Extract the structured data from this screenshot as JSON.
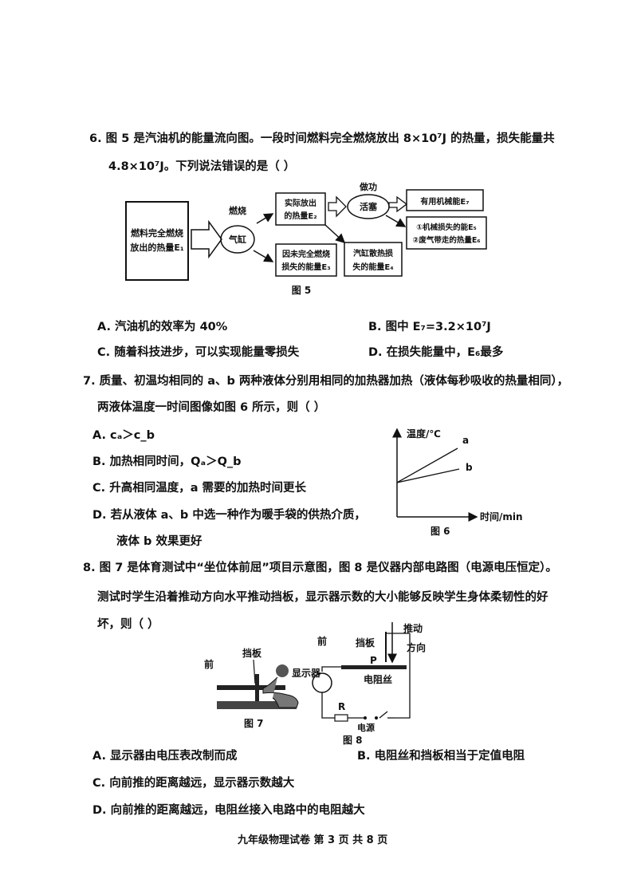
{
  "q6": {
    "line1": "6. 图 5 是汽油机的能量流向图。一段时间燃料完全燃烧放出 8×10⁷J 的热量，损失能量共",
    "line2": "4.8×10⁷J。下列说法错误的是（    ）",
    "diagram": {
      "box1_l1": "燃料完全燃烧",
      "box1_l2": "放出的热量E₁",
      "label_burn": "燃烧",
      "ellipse_cyl": "气缸",
      "box2_l1": "实际放出",
      "box2_l2": "的热量E₂",
      "box3_l1": "因未完全燃烧",
      "box3_l2": "损失的能量E₃",
      "label_work": "做功",
      "ellipse_piston": "活塞",
      "box4_l1": "汽缸散热损",
      "box4_l2": "失的能量E₄",
      "box5": "有用机械能E₇",
      "box6_l1": "①机械损失的能E₅",
      "box6_l2": "②废气带走的热量E₆",
      "caption": "图 5"
    },
    "optA": "A.  汽油机的效率为 40%",
    "optB": "B.  图中 E₇=3.2×10⁷J",
    "optC": "C.  随着科技进步，可以实现能量零损失",
    "optD": "D.  在损失能量中，E₆最多"
  },
  "q7": {
    "line1": "7. 质量、初温均相同的 a、b 两种液体分别用相同的加热器加热（液体每秒吸收的热量相同），",
    "line2": "两液体温度一时间图像如图 6 所示，则（      ）",
    "optA": "A.  cₐ＞c_b",
    "optB": "B.  加热相同时间，Qₐ＞Q_b",
    "optC": "C.  升高相同温度，a 需要的加热时间更长",
    "optD1": "D.  若从液体 a、b 中选一种作为暖手袋的供热介质，",
    "optD2": "液体 b 效果更好",
    "graph": {
      "ylabel": "温度/℃",
      "xlabel": "时间/min",
      "line_a": "a",
      "line_b": "b",
      "caption": "图 6"
    }
  },
  "q8": {
    "line1": "8. 图 7 是体育测试中“坐位体前屈”项目示意图，图 8 是仪器内部电路图（电源电压恒定）。",
    "line2": "测试时学生沿着推动方向水平推动挡板，显示器示数的大小能够反映学生身体柔韧性的好",
    "line3": "坏，则（      ）",
    "fig7": {
      "front": "前",
      "board": "挡板",
      "caption": "图 7"
    },
    "fig8": {
      "front": "前",
      "board": "挡板",
      "push1": "推动",
      "push2": "方向",
      "p": "P",
      "display": "显示器",
      "wire": "电阻丝",
      "r": "R",
      "source": "电源",
      "caption": "图 8"
    },
    "optA": "A.  显示器由电压表改制而成",
    "optB": "B.  电阻丝和挡板相当于定值电阻",
    "optC": "C.  向前推的距离越远，显示器示数越大",
    "optD": "D.  向前推的距离越远，电阻丝接入电路中的电阻越大"
  },
  "footer": "九年级物理试卷    第 3 页    共 8 页"
}
